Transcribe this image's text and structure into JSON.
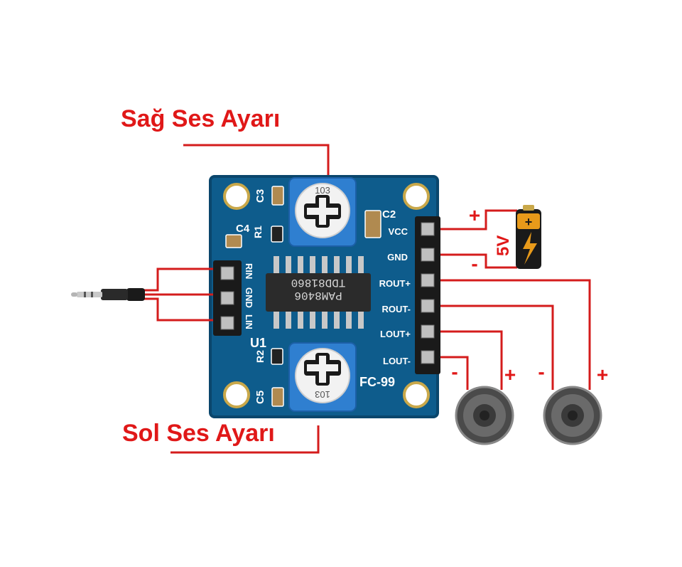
{
  "callouts": {
    "top": "Sağ Ses Ayarı",
    "bottom": "Sol Ses Ayarı"
  },
  "board": {
    "chip_line1": "PAM8406",
    "chip_line2": "TDD81860",
    "model": "FC-99",
    "u1": "U1",
    "pot_code": "103",
    "components": [
      "C3",
      "C4",
      "R1",
      "C2",
      "R2",
      "C5"
    ],
    "input_pins": [
      "RIN",
      "GND",
      "LIN"
    ],
    "output_pins": [
      "VCC",
      "GND",
      "ROUT+",
      "ROUT-",
      "LOUT+",
      "LOUT-"
    ]
  },
  "battery": {
    "label": "5V",
    "plus": "+",
    "minus": "-"
  },
  "speaker_left": {
    "minus": "-",
    "plus": "+"
  },
  "speaker_right": {
    "minus": "-",
    "plus": "+"
  },
  "colors": {
    "wire": "#d41c1c",
    "pcb": "#0e5c8c",
    "pcb_edge": "#0a466c",
    "silkscreen": "#ffffff",
    "pot": "#2f7fd0",
    "header": "#1a1a1a",
    "callout_text": "#e01818"
  }
}
